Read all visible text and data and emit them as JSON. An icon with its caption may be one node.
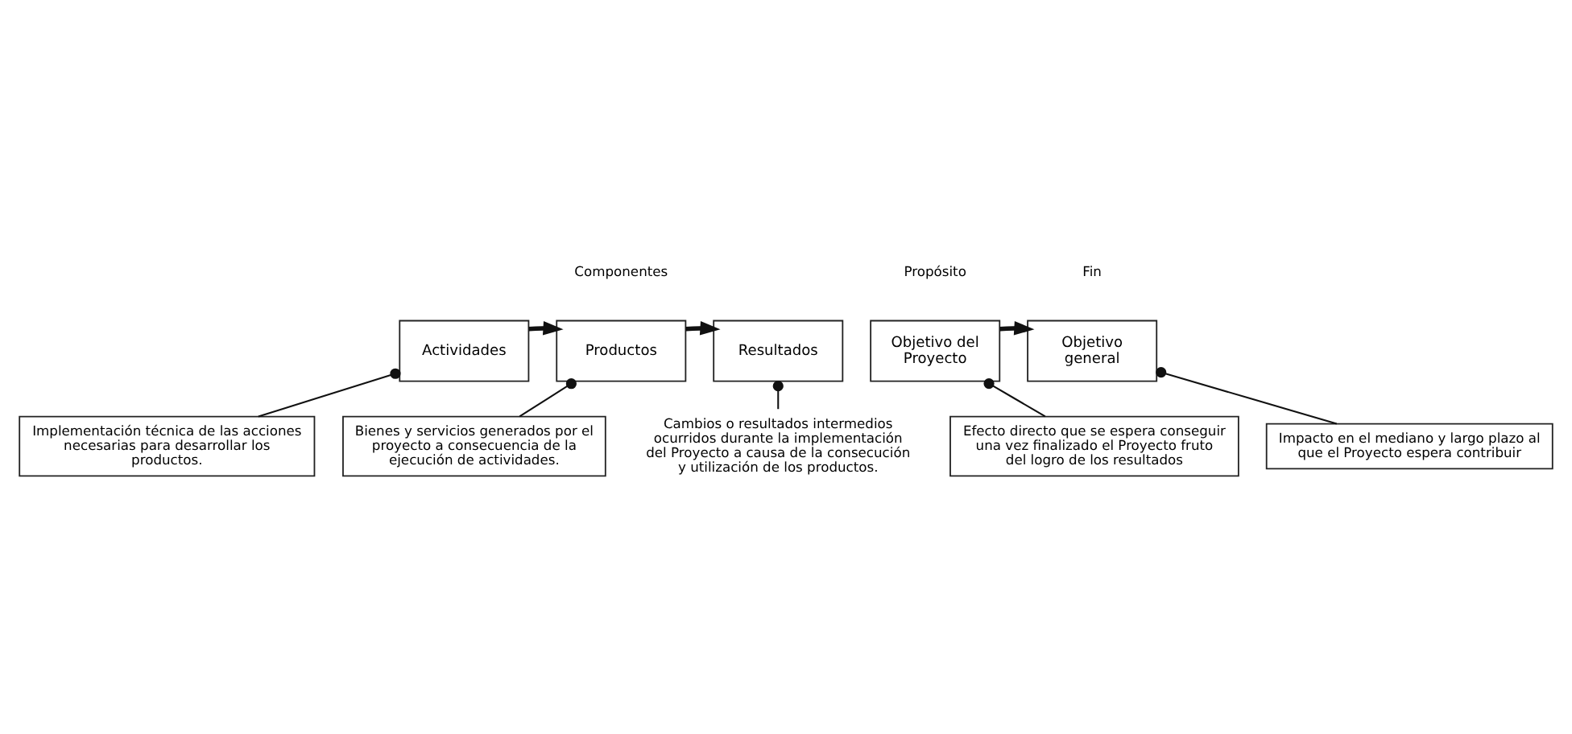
{
  "diagram": {
    "nodes": [
      {
        "text": [
          "Actividades"
        ]
      },
      {
        "text": [
          "Productos"
        ]
      },
      {
        "text": [
          "Resultados"
        ]
      },
      {
        "text": [
          "Objetivo del Proyecto"
        ]
      },
      {
        "text": [
          "Objetivo general"
        ]
      },
      {
        "text": [
          "Implementación técnica de las acciones necesarias para desarrollar los productos."
        ]
      },
      {
        "text": [
          "Cambios o resultados intermedios ocurridos durante la implementación del Proyecto a causa de la consecución y utilización de los productos."
        ]
      },
      {
        "text": [
          "Impacto en el mediano y largo plazo al que el Proyecto espera contribuir"
        ]
      },
      {
        "text": [
          "Bienes y servicios generados por el proyecto a consecuencia de la ejecución de actividades."
        ]
      },
      {
        "text": [
          "Efecto directo que se espera conseguir una vez finalizado el Proyecto fruto del logro de los resultados"
        ]
      }
    ],
    "edges": [
      {
        "from": 0,
        "to": 1,
        "arrow": "to",
        "style": "thick"
      },
      {
        "from": 1,
        "to": 2,
        "arrow": "to",
        "style": "thick"
      },
      {
        "from": 3,
        "to": 4,
        "arrow": "to",
        "style": "thick"
      },
      {
        "from": 0,
        "to": 5,
        "arrow": "other"
      },
      {
        "from": 1,
        "to": 8,
        "arrow": "other"
      },
      {
        "from": 2,
        "to": 6,
        "arrow": "other"
      },
      {
        "from": 3,
        "to": 9,
        "arrow": "other"
      },
      {
        "from": 4,
        "to": 7,
        "arrow": "other"
      }
    ],
    "labels": [
      "Componentes",
      "Propósito",
      "Fin"
    ]
  }
}
